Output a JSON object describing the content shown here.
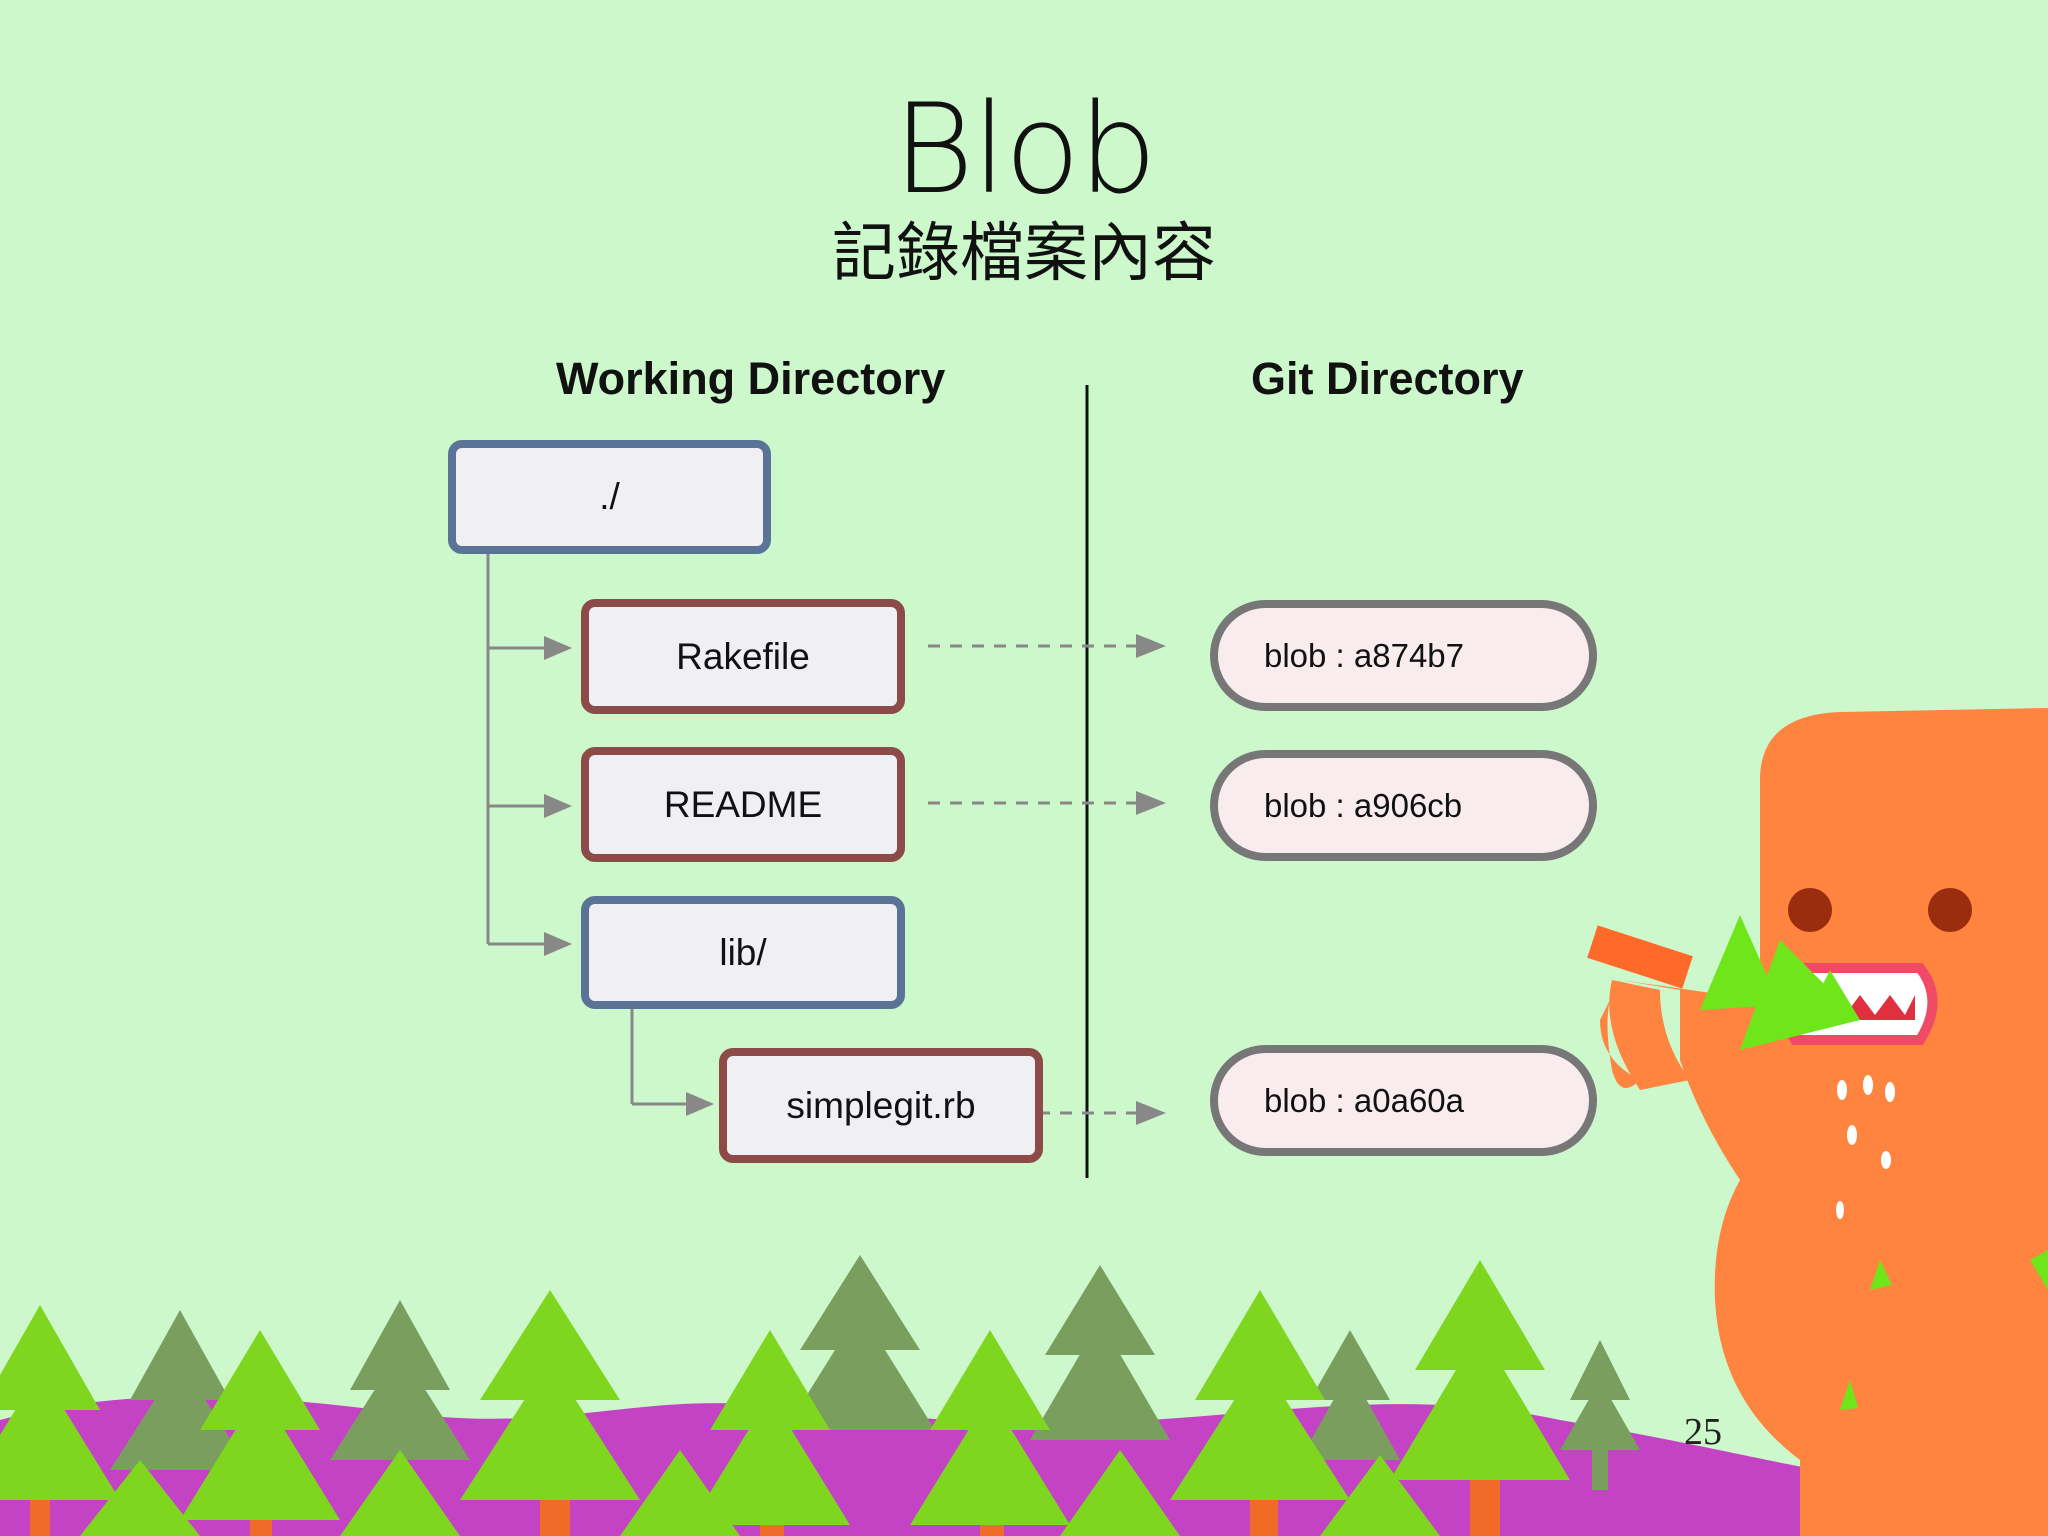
{
  "slide": {
    "title": "Blob",
    "subtitle": "記錄檔案內容",
    "page_number": "25"
  },
  "columns": {
    "left_heading": "Working Directory",
    "right_heading": "Git Directory"
  },
  "tree": {
    "root": "./",
    "rakefile": "Rakefile",
    "readme": "README",
    "lib": "lib/",
    "simplegit": "simplegit.rb"
  },
  "blobs": {
    "rakefile_blob": "blob : a874b7",
    "readme_blob": "blob : a906cb",
    "simplegit_blob": "blob : a0a60a"
  },
  "colors": {
    "background": "#ccf8cc",
    "directory_border": "#5a7396",
    "file_border": "#8c4a48",
    "blob_border": "#777777",
    "mascot": "#ff8440"
  }
}
